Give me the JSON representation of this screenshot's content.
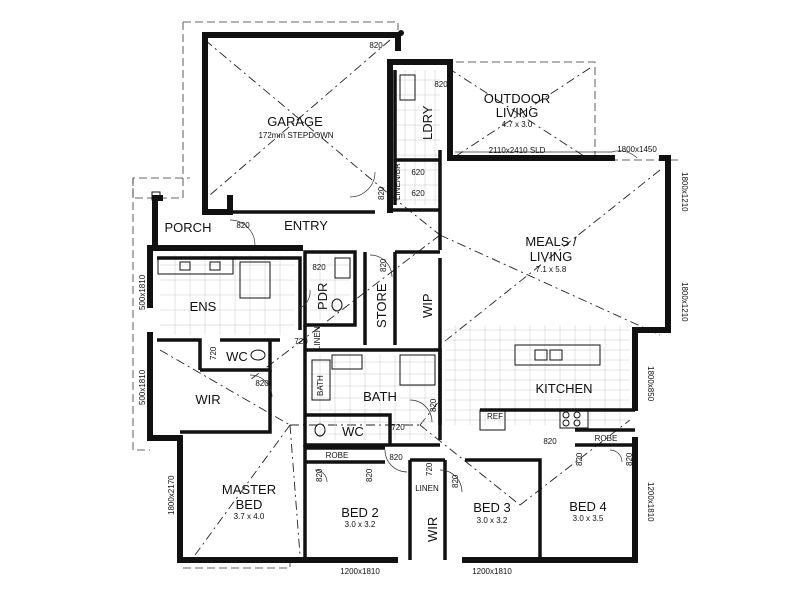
{
  "rooms": {
    "garage": {
      "name": "GARAGE",
      "note": "172mm STEPDOWN"
    },
    "outdoor": {
      "line1": "OUTDOOR",
      "line2": "LIVING",
      "size": "4.7 x 3.0"
    },
    "ldry": "LDRY",
    "porch": "PORCH",
    "entry": "ENTRY",
    "meals": {
      "line1": "MEALS /",
      "line2": "LIVING",
      "size": "7.1 x 5.8"
    },
    "ens": "ENS",
    "wc1": "WC",
    "wir1": "WIR",
    "pdr": "PDR",
    "store": "STORE",
    "wip": "WIP",
    "kitchen": "KITCHEN",
    "bath": "BATH",
    "wc2": "WC",
    "master": {
      "line1": "MASTER",
      "line2": "BED",
      "size": "3.7 x 4.0"
    },
    "bed2": {
      "name": "BED 2",
      "size": "3.0 x 3.2"
    },
    "bed3": {
      "name": "BED 3",
      "size": "3.0 x 3.2"
    },
    "bed4": {
      "name": "BED 4",
      "size": "3.0 x 3.5"
    },
    "linen1": "LINEN/BR",
    "linen2": "LINEN",
    "linen3": "LINEN",
    "robe1": "ROBE",
    "robe2": "ROBE",
    "wir2": "WIR",
    "ref": "REF",
    "bath_tub": "BATH"
  },
  "dims": {
    "d820": "820",
    "d620": "620",
    "d720": "720",
    "sld": "2110x2410 SLD",
    "w1800x1450": "1800x1450",
    "w1800x1210": "1800x1210",
    "w1800x850": "1800x850",
    "w1200x1810": "1200x1810",
    "w500x1810": "500x1810",
    "w1800x2170": "1800x2170"
  }
}
